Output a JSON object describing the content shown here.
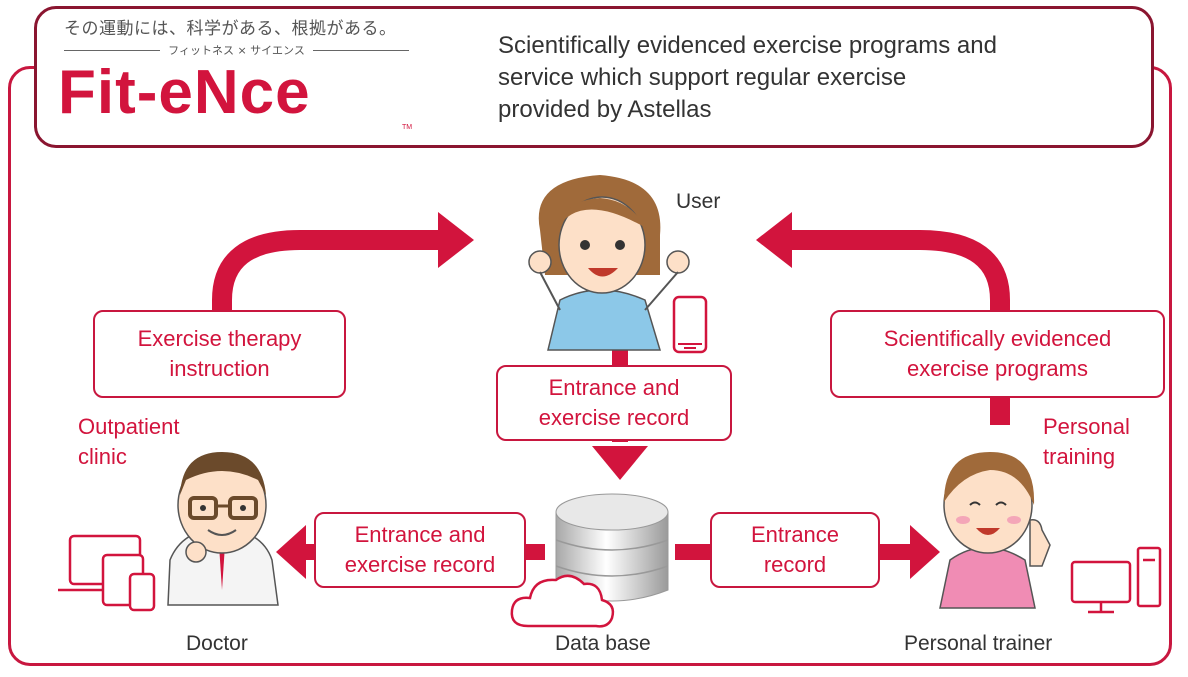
{
  "header": {
    "tagline_jp": "その運動には、科学がある、根拠がある。",
    "subtitle_jp": "フィットネス × サイエンス",
    "logo": "Fit-eNce",
    "logo_tm": "TM",
    "description": [
      "Scientifically evidenced exercise programs and",
      "service which support regular exercise",
      "provided by Astellas"
    ]
  },
  "nodes": {
    "user": "User",
    "doctor": "Doctor",
    "database": "Data base",
    "trainer": "Personal trainer"
  },
  "labels": {
    "therapy": [
      "Exercise therapy",
      "instruction"
    ],
    "programs": [
      "Scientifically evidenced",
      "exercise programs"
    ],
    "record_center": [
      "Entrance and",
      "exercise record"
    ],
    "record_left": [
      "Entrance and",
      "exercise record"
    ],
    "entrance_record": [
      "Entrance",
      "record"
    ],
    "outpatient": [
      "Outpatient",
      "clinic"
    ],
    "personal_training": [
      "Personal",
      "training"
    ]
  },
  "icons": {
    "smartphone": "smartphone-icon",
    "devices": "devices-icon",
    "cloud": "cloud-icon",
    "desktop": "desktop-icon",
    "database": "database-icon"
  },
  "colors": {
    "accent": "#d2143d",
    "dark_red": "#8a1530",
    "shirt_user": "#8cc8e8",
    "shirt_trainer": "#f08cb4"
  }
}
